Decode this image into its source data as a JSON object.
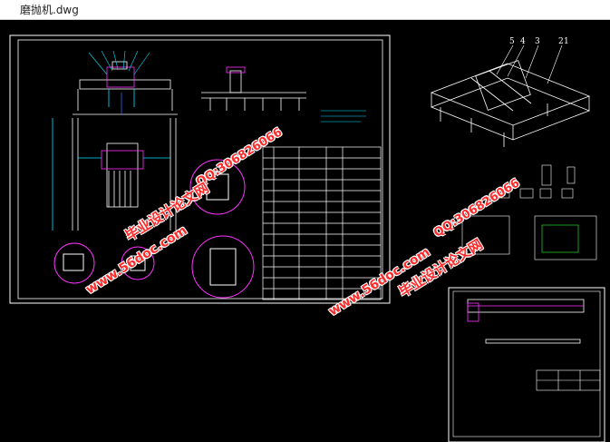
{
  "window": {
    "title": "磨抛机.dwg"
  },
  "watermarks": [
    {
      "id": "qq-left",
      "text": "QQ:306826066"
    },
    {
      "id": "site-left",
      "text": "毕业设计论文网"
    },
    {
      "id": "url-left",
      "text": "www.56doc.com"
    },
    {
      "id": "qq-right",
      "text": "QQ:306826066"
    },
    {
      "id": "url-right",
      "text": "www.56doc.com"
    },
    {
      "id": "site-right",
      "text": "毕业设计论文网"
    }
  ],
  "drawing": {
    "part_numbers": [
      "5",
      "4",
      "3",
      "2",
      "1"
    ],
    "colors": {
      "frame": "#ffffff",
      "line": "#ffffff",
      "cyan": "#00e5ff",
      "magenta": "#ff33ff",
      "green": "#33ff33",
      "red": "#ff2a2a"
    }
  }
}
